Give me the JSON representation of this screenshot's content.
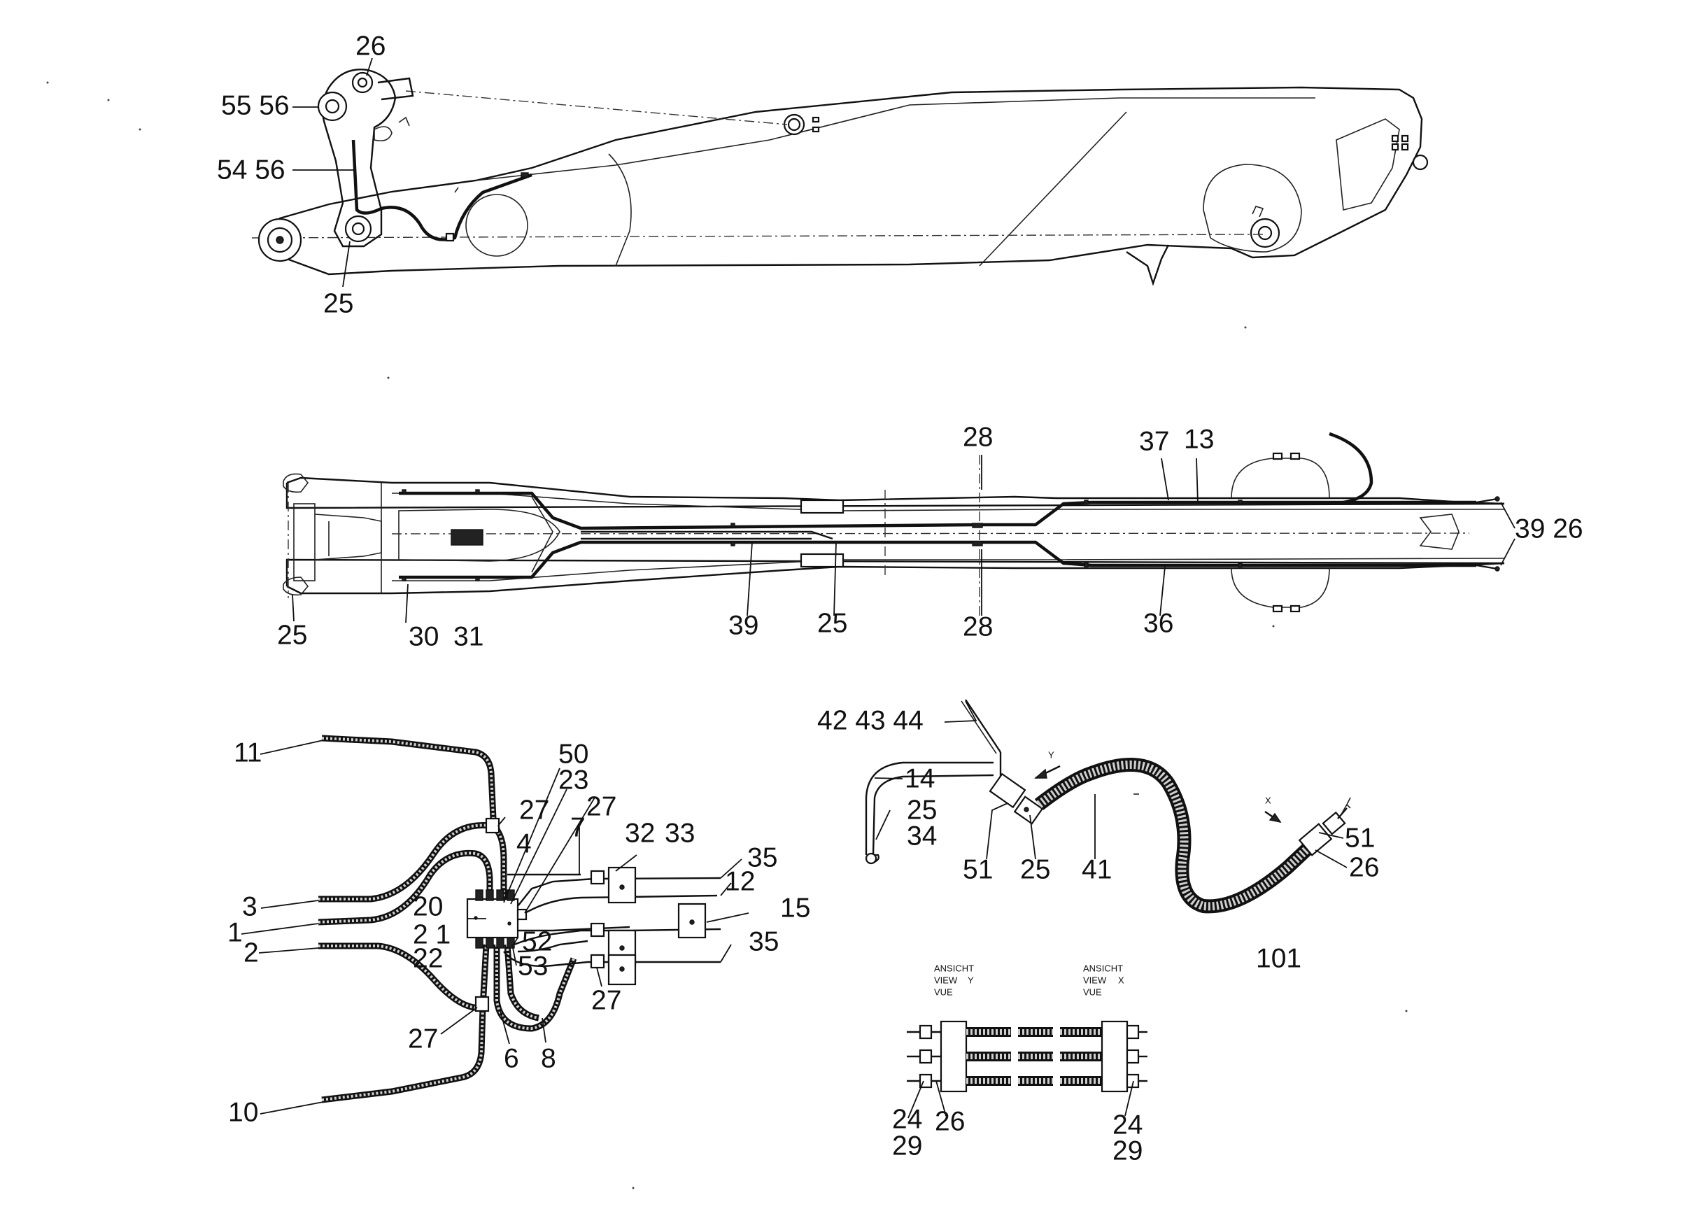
{
  "figure_number": "101",
  "labels": {
    "top_view": [
      "26",
      "55 56",
      "54 56",
      "25"
    ],
    "plan_view": [
      "28",
      "37",
      "13",
      "39 26",
      "25",
      "30",
      "31",
      "39",
      "25",
      "28",
      "36"
    ],
    "valve_group": [
      "11",
      "50",
      "23",
      "27",
      "27",
      "4",
      "7",
      "32",
      "33",
      "35",
      "12",
      "3",
      "20",
      "1",
      "2 1",
      "2",
      "22",
      "52",
      "53",
      "15",
      "35",
      "27",
      "27",
      "6",
      "8",
      "10"
    ],
    "hose_assembly": [
      "42 43 44",
      "14",
      "25",
      "34",
      "51",
      "25",
      "41",
      "51",
      "26"
    ],
    "view_details": [
      "24",
      "29",
      "26",
      "24",
      "29"
    ]
  },
  "view_captions": {
    "view_y": [
      "ANSICHT",
      "VIEW",
      "VUE"
    ],
    "view_y_letter": "Y",
    "view_x": [
      "ANSICHT",
      "VIEW",
      "VUE"
    ],
    "view_x_letter": "X"
  },
  "arrow_letters": {
    "y": "Y",
    "x": "X"
  }
}
